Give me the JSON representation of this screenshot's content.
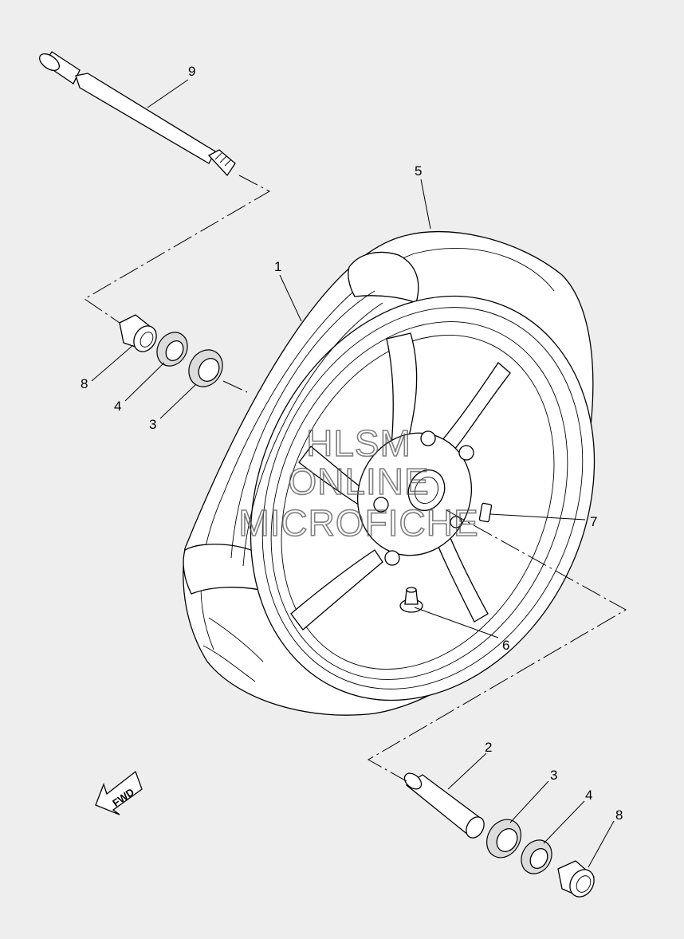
{
  "watermark": {
    "line1": "HLSM",
    "line2": "ONLINE",
    "line3": "MICROFICHE"
  },
  "arrow_label": "FWD",
  "callouts": {
    "c1": "1",
    "c2": "2",
    "c3_left": "3",
    "c3_right": "3",
    "c4_left": "4",
    "c4_right": "4",
    "c5": "5",
    "c6": "6",
    "c7": "7",
    "c8_left": "8",
    "c8_right": "8",
    "c9": "9"
  }
}
